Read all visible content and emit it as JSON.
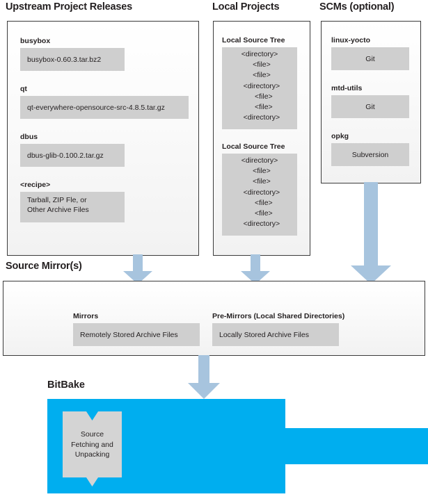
{
  "columns": {
    "upstream": {
      "title": "Upstream Project Releases",
      "items": [
        {
          "label": "busybox",
          "value": "busybox-0.60.3.tar.bz2"
        },
        {
          "label": "qt",
          "value": "qt-everywhere-opensource-src-4.8.5.tar.gz"
        },
        {
          "label": "dbus",
          "value": "dbus-glib-0.100.2.tar.gz"
        },
        {
          "label": "<recipe>",
          "value_line1": "Tarball, ZIP Fle, or",
          "value_line2": "Other Archive Files"
        }
      ]
    },
    "local_projects": {
      "title": "Local Projects",
      "trees": [
        {
          "label": "Local Source Tree",
          "lines": [
            "<directory>",
            "  <file>",
            "  <file>",
            "  <directory>",
            "    <file>",
            "    <file>",
            "  <directory>"
          ]
        },
        {
          "label": "Local Source Tree",
          "lines": [
            "<directory>",
            "  <file>",
            "  <file>",
            "  <directory>",
            "    <file>",
            "    <file>",
            "  <directory>"
          ]
        }
      ]
    },
    "scms": {
      "title": "SCMs (optional)",
      "items": [
        {
          "label": "linux-yocto",
          "value": "Git"
        },
        {
          "label": "mtd-utils",
          "value": "Git"
        },
        {
          "label": "opkg",
          "value": "Subversion"
        }
      ]
    }
  },
  "source_mirror": {
    "title": "Source Mirror(s)",
    "items": [
      {
        "label": "Mirrors",
        "value": "Remotely Stored Archive Files"
      },
      {
        "label": "Pre-Mirrors (Local Shared Directories)",
        "value": "Locally Stored Archive Files"
      }
    ]
  },
  "bitbake": {
    "title": "BitBake",
    "task": {
      "line1": "Source",
      "line2": "Fetching and",
      "line3": "Unpacking"
    }
  },
  "colors": {
    "arrow_fill": "#a7c4de",
    "bitbake_blue": "#00aeef",
    "gray_box": "#cfcfcf",
    "panel_border": "#3a3a3a",
    "text": "#231f20"
  }
}
